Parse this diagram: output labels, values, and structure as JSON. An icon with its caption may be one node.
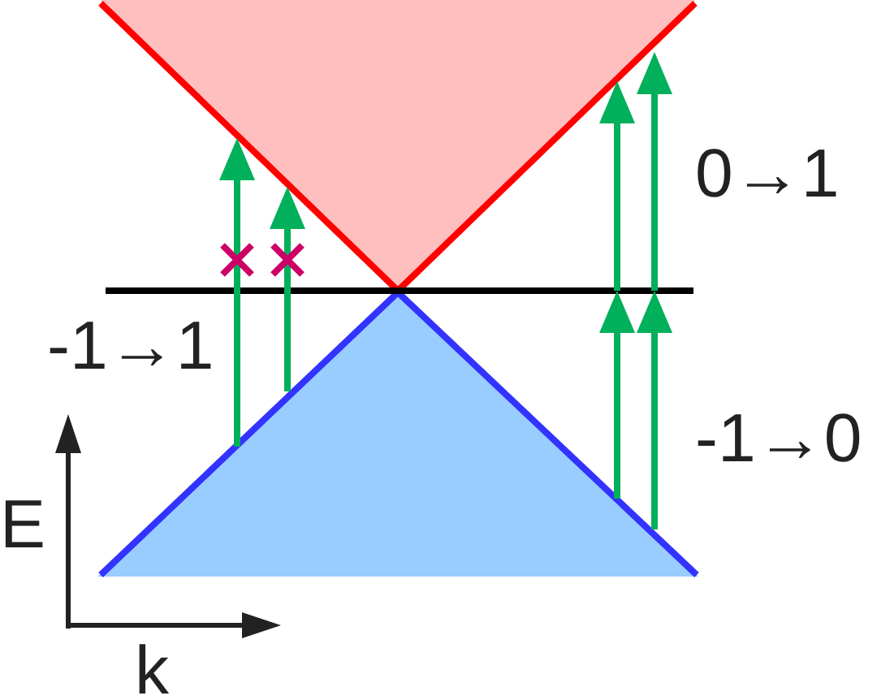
{
  "diagram": {
    "labels": [
      "0→1",
      "-1→1",
      "-1→0",
      "E",
      "k"
    ]
  }
}
